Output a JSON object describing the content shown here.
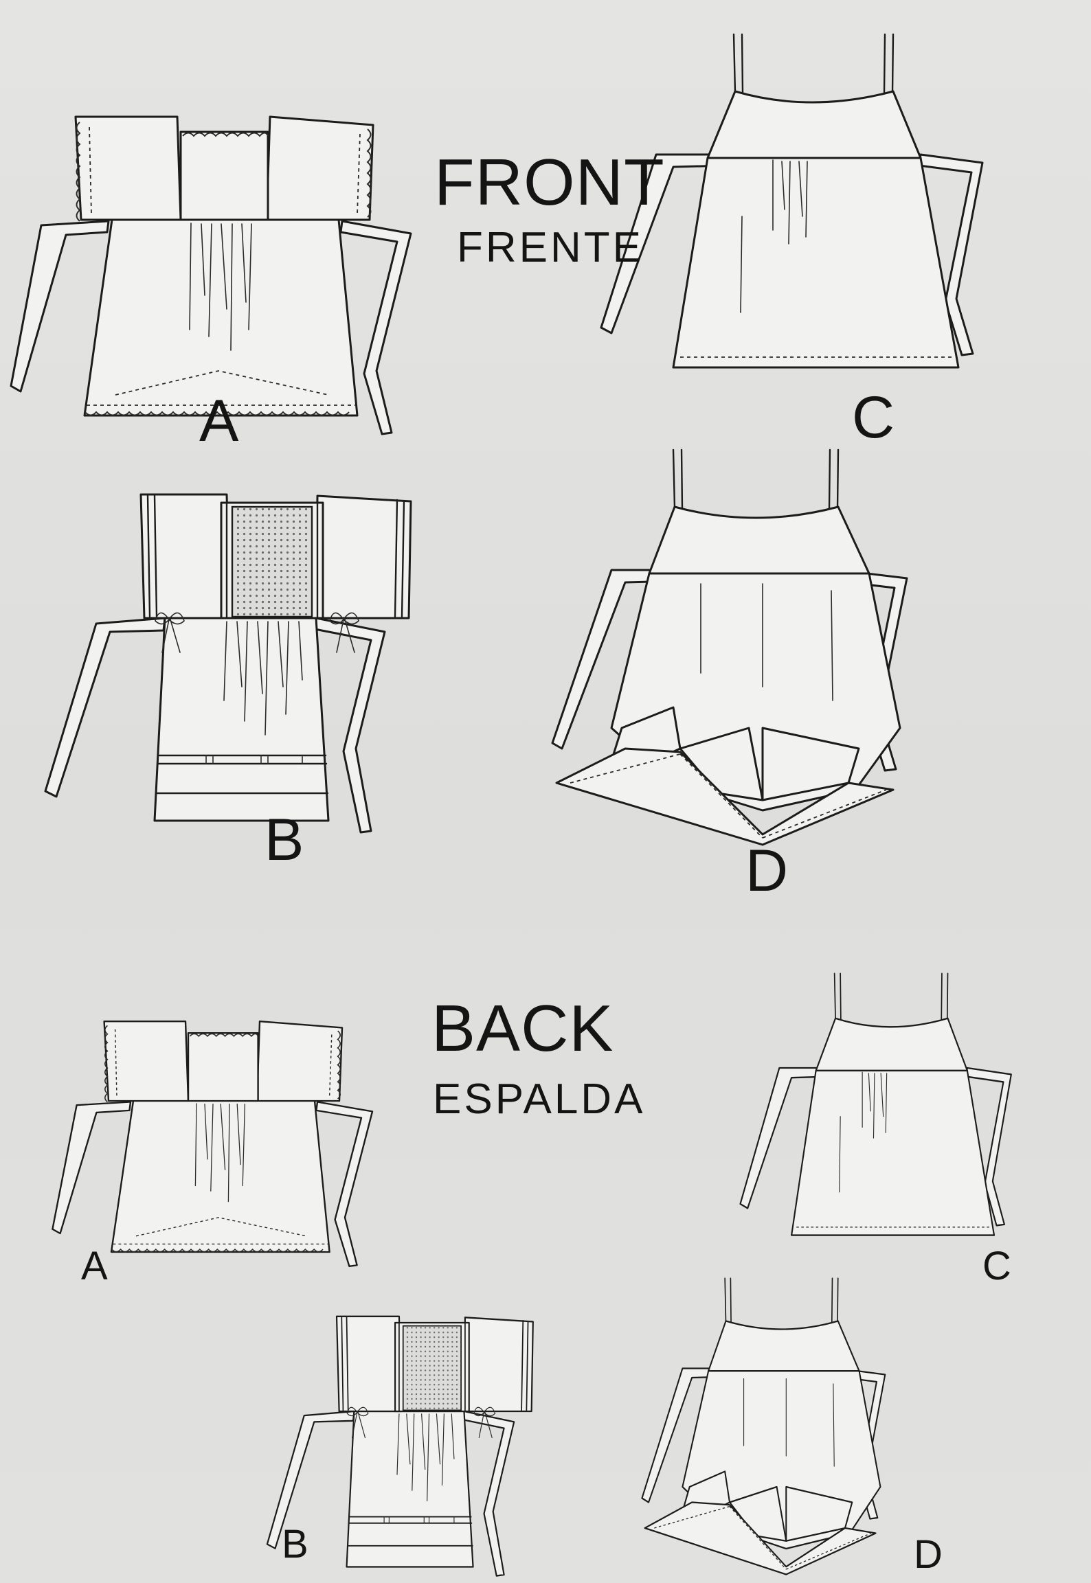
{
  "front": {
    "heading": "FRONT",
    "subheading": "FRENTE"
  },
  "back": {
    "heading": "BACK",
    "subheading": "ESPALDA"
  },
  "views": {
    "front_a": "A",
    "front_b": "B",
    "front_c": "C",
    "front_d": "D",
    "back_a": "A",
    "back_b": "B",
    "back_c": "C",
    "back_d": "D"
  }
}
